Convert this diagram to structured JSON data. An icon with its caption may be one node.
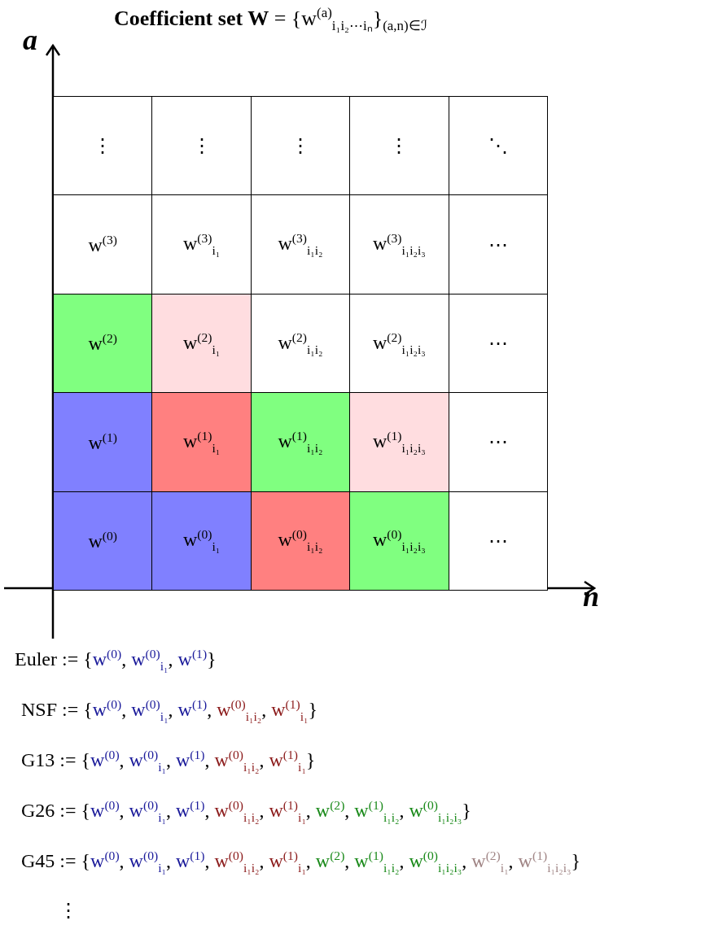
{
  "diagram": {
    "title": "**Coefficient set W** = {w$^{(a)}$$_{i₁i₂⋯iₙ}$}$_{(a,n)∈ℐ}$",
    "nodes": [
      {
        "text": [
          "⋮"
        ]
      },
      {
        "text": [
          "⋮"
        ]
      },
      {
        "text": [
          "⋮"
        ]
      },
      {
        "text": [
          "⋮"
        ]
      },
      {
        "text": [
          "⋱"
        ]
      },
      {
        "text": [
          "w$^{(3)}$"
        ]
      },
      {
        "text": [
          "w$^{(3)}$$_{i₁}$"
        ]
      },
      {
        "text": [
          "w$^{(3)}$$_{i₁i₂}$"
        ]
      },
      {
        "text": [
          "w$^{(3)}$$_{i₁i₂i₃}$"
        ]
      },
      {
        "text": [
          "⋯"
        ]
      },
      {
        "text": [
          "w$^{(2)}$"
        ]
      },
      {
        "text": [
          "w$^{(2)}$$_{i₁}$"
        ]
      },
      {
        "text": [
          "w$^{(2)}$$_{i₁i₂}$"
        ]
      },
      {
        "text": [
          "w$^{(2)}$$_{i₁i₂i₃}$"
        ]
      },
      {
        "text": [
          "⋯"
        ]
      },
      {
        "text": [
          "w$^{(1)}$"
        ]
      },
      {
        "text": [
          "w$^{(1)}$$_{i₁}$"
        ]
      },
      {
        "text": [
          "w$^{(1)}$$_{i₁i₂}$"
        ]
      },
      {
        "text": [
          "w$^{(1)}$$_{i₁i₂i₃}$"
        ]
      },
      {
        "text": [
          "⋯"
        ]
      },
      {
        "text": [
          "w$^{(0)}$"
        ]
      },
      {
        "text": [
          "w$^{(0)}$$_{i₁}$"
        ]
      },
      {
        "text": [
          "w$^{(0)}$$_{i₁i₂}$"
        ]
      },
      {
        "text": [
          "w$^{(0)}$$_{i₁i₂i₃}$"
        ]
      },
      {
        "text": [
          "⋯"
        ]
      }
    ],
    "labels": [
      "a",
      "n",
      "Euler := {w$^{(0)}$, w$^{(0)}$$_{i₁}$, w$^{(1)}$}",
      "NSF := {w$^{(0)}$, w$^{(0)}$$_{i₁}$, w$^{(1)}$, w$^{(0)}$$_{i₁i₂}$, w$^{(1)}$$_{i₁}$}",
      "G13 := {w$^{(0)}$, w$^{(0)}$$_{i₁}$, w$^{(1)}$, w$^{(0)}$$_{i₁i₂}$, w$^{(1)}$$_{i₁}$}",
      "G26 := {w$^{(0)}$, w$^{(0)}$$_{i₁}$, w$^{(1)}$, w$^{(0)}$$_{i₁i₂}$, w$^{(1)}$$_{i₁}$, w$^{(2)}$, w$^{(1)}$$_{i₁i₂}$, w$^{(0)}$$_{i₁i₂i₃}$}",
      "G45 := {w$^{(0)}$, w$^{(0)}$$_{i₁}$, w$^{(1)}$, w$^{(0)}$$_{i₁i₂}$, w$^{(1)}$$_{i₁}$, w$^{(2)}$, w$^{(1)}$$_{i₁i₂}$, w$^{(0)}$$_{i₁i₂i₃}$, w$^{(2)}$$_{i₁}$, w$^{(1)}$$_{i₁i₂i₃}$}",
      "⋮"
    ]
  }
}
